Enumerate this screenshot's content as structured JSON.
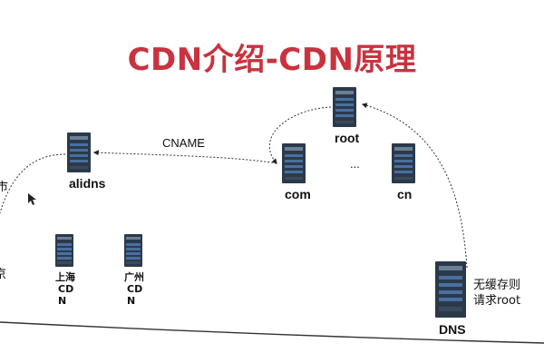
{
  "slide": {
    "title": "CDN介绍-CDN原理"
  },
  "nodes": {
    "root": "root",
    "alidns": "alidns",
    "com": "com",
    "cn": "cn",
    "dots_between": "...",
    "dns": "DNS",
    "cdn_shanghai": [
      "上海",
      "CD",
      "N"
    ],
    "cdn_guangzhou": [
      "广州",
      "CD",
      "N"
    ]
  },
  "edges": {
    "cname_label": "CNAME"
  },
  "annotations": {
    "dns_note_line1": "无缓存则",
    "dns_note_line2": "请求root",
    "left_cut_1": "市",
    "left_cut_2": "京"
  },
  "colors": {
    "title": "#c8333f",
    "server_body": "#2b3a4a",
    "server_panel": "#4a6fa0"
  },
  "icons": [
    "server-icon",
    "cursor-icon"
  ]
}
